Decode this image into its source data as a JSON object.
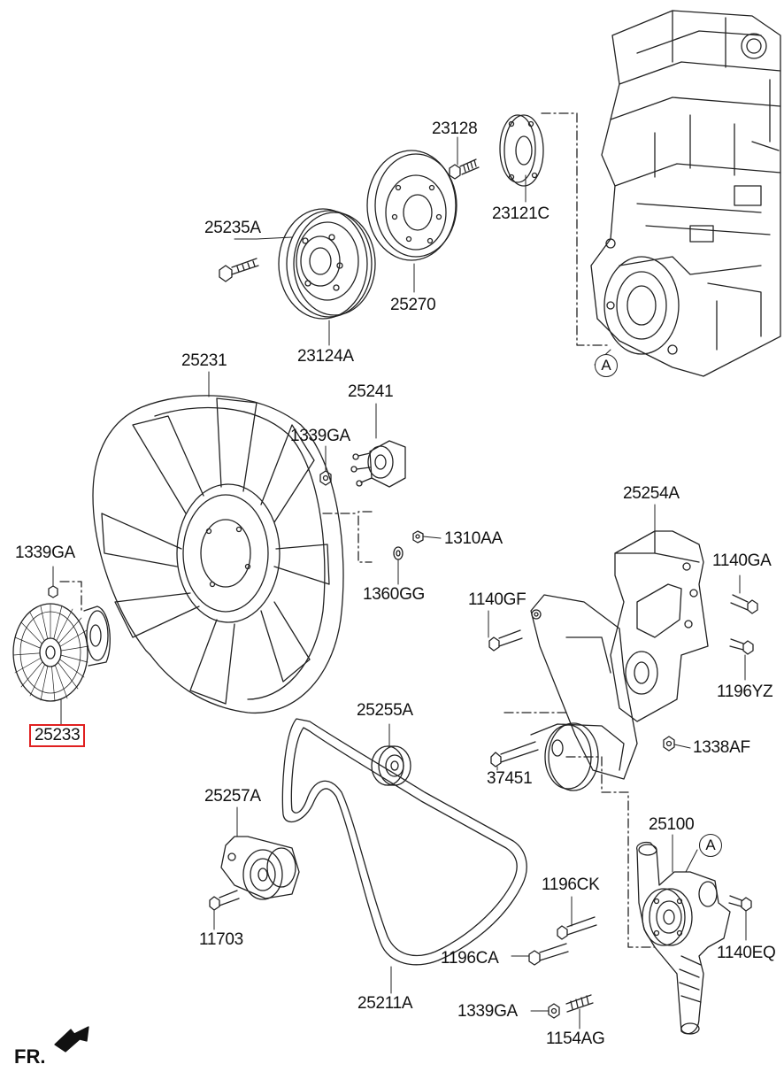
{
  "part_labels": [
    {
      "id": "p23128",
      "text": "23128"
    },
    {
      "id": "p23121c",
      "text": "23121C"
    },
    {
      "id": "p25235a",
      "text": "25235A"
    },
    {
      "id": "p25270",
      "text": "25270"
    },
    {
      "id": "p23124a",
      "text": "23124A"
    },
    {
      "id": "p25231",
      "text": "25231"
    },
    {
      "id": "p25241",
      "text": "25241"
    },
    {
      "id": "p1339ga_a",
      "text": "1339GA"
    },
    {
      "id": "p1310aa",
      "text": "1310AA"
    },
    {
      "id": "p1339ga_b",
      "text": "1339GA"
    },
    {
      "id": "p1360gg",
      "text": "1360GG"
    },
    {
      "id": "p25254a",
      "text": "25254A"
    },
    {
      "id": "p1140ga",
      "text": "1140GA"
    },
    {
      "id": "p1140gf",
      "text": "1140GF"
    },
    {
      "id": "p1196yz",
      "text": "1196YZ"
    },
    {
      "id": "p25233",
      "text": "25233",
      "highlighted": true
    },
    {
      "id": "p25255a",
      "text": "25255A"
    },
    {
      "id": "p1338af",
      "text": "1338AF"
    },
    {
      "id": "p37451",
      "text": "37451"
    },
    {
      "id": "p25257a",
      "text": "25257A"
    },
    {
      "id": "p25100",
      "text": "25100"
    },
    {
      "id": "p1196ck",
      "text": "1196CK"
    },
    {
      "id": "p11703",
      "text": "11703"
    },
    {
      "id": "p1196ca",
      "text": "1196CA"
    },
    {
      "id": "p1140eq",
      "text": "1140EQ"
    },
    {
      "id": "p25211a",
      "text": "25211A"
    },
    {
      "id": "p1339ga_c",
      "text": "1339GA"
    },
    {
      "id": "p1154ag",
      "text": "1154AG"
    }
  ],
  "callouts": [
    {
      "id": "ref_a_engine",
      "text": "A"
    },
    {
      "id": "ref_a_pump",
      "text": "A"
    }
  ],
  "direction_label": "FR.",
  "highlight_color": "#e02020"
}
